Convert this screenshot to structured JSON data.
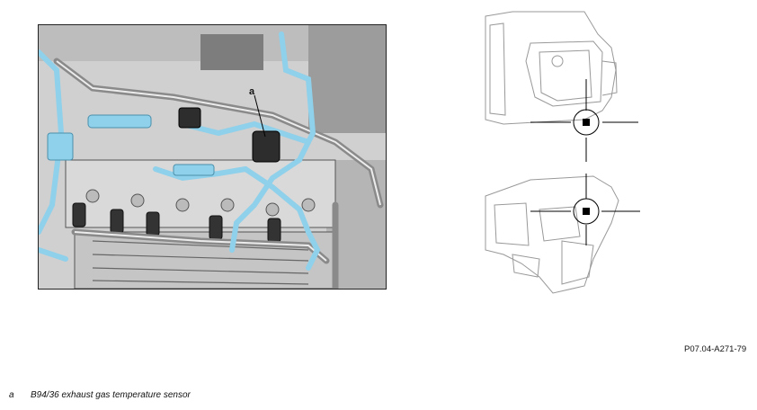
{
  "photo": {
    "callout_letter": "a",
    "highlight_color": "#8fd0ea"
  },
  "figure_code": "P07.04-A271-79",
  "legend": [
    {
      "key": "a",
      "text": "B94/36 exhaust gas temperature sensor"
    }
  ]
}
